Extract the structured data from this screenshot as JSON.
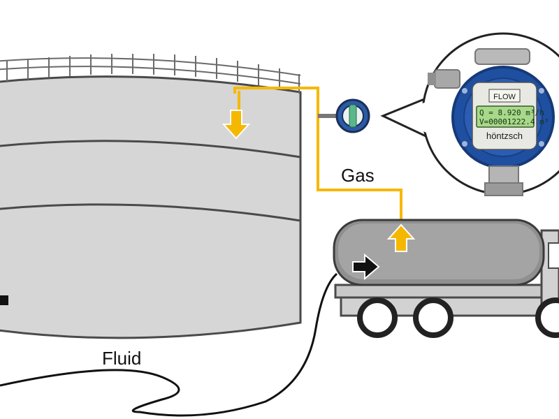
{
  "labels": {
    "gas": "Gas",
    "fluid": "Fluid"
  },
  "meter": {
    "tag": "FLOW",
    "lcd_line1": "Q =   8.920  m³/h",
    "lcd_line2": "V=00001222.4  m³",
    "brand": "höntzsch"
  },
  "colors": {
    "gas_line": "#f5b800",
    "arrow_gas": "#f5b800",
    "arrow_fluid": "#111111",
    "tank_body": "#d6d6d6",
    "tank_outline": "#4a4a4a",
    "truck_body": "#c9c9c9",
    "meter_housing": "#1f4fa0"
  },
  "icons": {
    "tank": "storage-tank-icon",
    "truck": "tanker-truck-icon",
    "sensor": "flow-sensor-icon",
    "transmitter": "flow-transmitter-icon"
  }
}
